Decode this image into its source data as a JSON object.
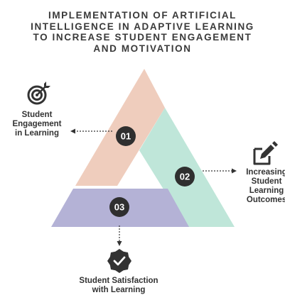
{
  "title": {
    "lines": [
      "IMPLEMENTATION OF ARTIFICIAL",
      "INTELLIGENCE IN ADAPTIVE LEARNING",
      "TO INCREASE STUDENT ENGAGEMENT",
      "AND MOTIVATION"
    ]
  },
  "segments": [
    {
      "number": "01",
      "label_lines": [
        "Student",
        "Engagement",
        "in Learning"
      ],
      "color": "#efcdbd",
      "icon": "target-icon"
    },
    {
      "number": "02",
      "label_lines": [
        "Increasing",
        "Student",
        "Learning",
        "Outcomes"
      ],
      "color": "#bfe6d9",
      "icon": "edit-icon"
    },
    {
      "number": "03",
      "label_lines": [
        "Student Satisfaction",
        "with Learning"
      ],
      "color": "#b4b2d6",
      "icon": "verified-badge-icon"
    }
  ],
  "colors": {
    "badge": "#2f2f2f",
    "icon": "#333333",
    "arrow": "#333333"
  }
}
